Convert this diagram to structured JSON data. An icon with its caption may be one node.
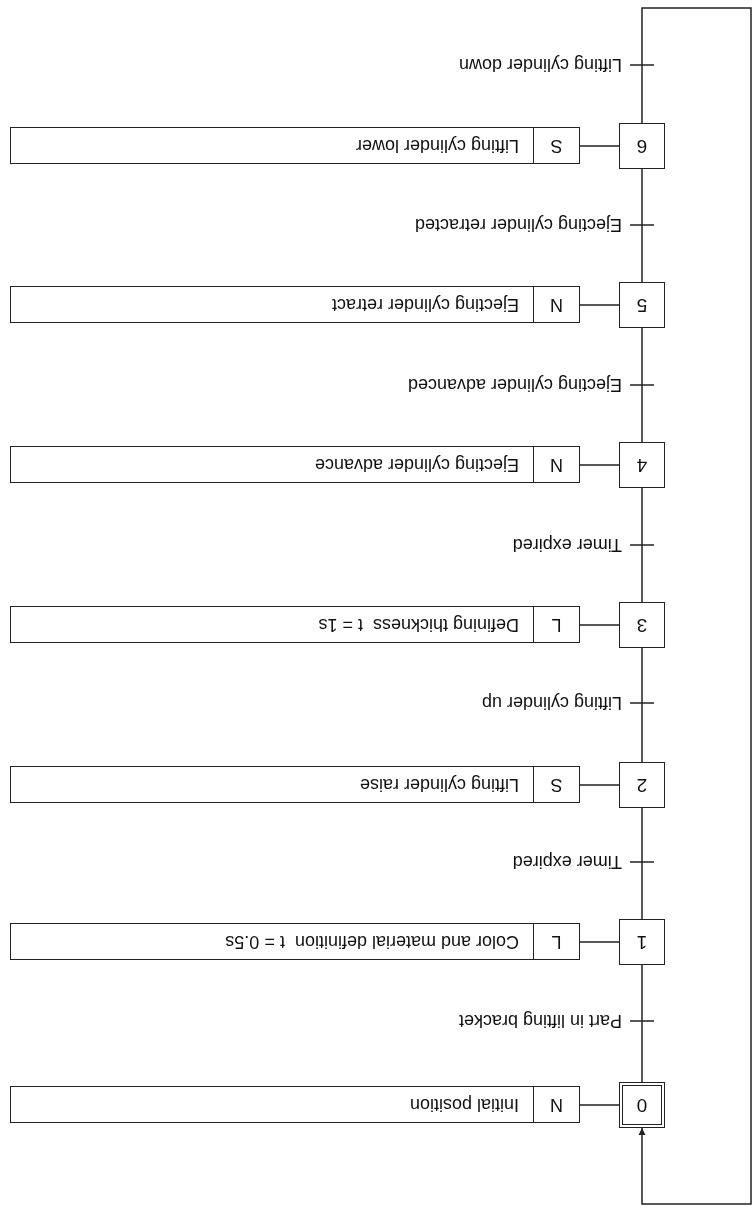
{
  "diagram": {
    "nodes": [
      {
        "text": [
          "0"
        ]
      },
      {
        "text": [
          "N",
          "Initial position"
        ]
      },
      {
        "text": [
          "1"
        ]
      },
      {
        "text": [
          "L",
          "Color and material definition  t = 0.5s"
        ]
      },
      {
        "text": [
          "2"
        ]
      },
      {
        "text": [
          "S",
          "Lifting cylinder raise"
        ]
      },
      {
        "text": [
          "3"
        ]
      },
      {
        "text": [
          "L",
          "Defining thickness  t = 1s"
        ]
      },
      {
        "text": [
          "4"
        ]
      },
      {
        "text": [
          "N",
          "Ejecting cylinder advance"
        ]
      },
      {
        "text": [
          "5"
        ]
      },
      {
        "text": [
          "N",
          "Ejecting cylinder retract"
        ]
      },
      {
        "text": [
          "6"
        ]
      },
      {
        "text": [
          "S",
          "Lifting cylinder lower"
        ]
      }
    ],
    "edges": [
      {
        "from": 0,
        "to": 1,
        "arrow": "none"
      },
      {
        "from": 0,
        "to": 2,
        "arrow": "none",
        "label": "Part in lifting bracket"
      },
      {
        "from": 2,
        "to": 3,
        "arrow": "none"
      },
      {
        "from": 2,
        "to": 4,
        "arrow": "none",
        "label": "Timer expired"
      },
      {
        "from": 4,
        "to": 5,
        "arrow": "none"
      },
      {
        "from": 4,
        "to": 6,
        "arrow": "none",
        "label": "Lifting cylinder up"
      },
      {
        "from": 6,
        "to": 7,
        "arrow": "none"
      },
      {
        "from": 6,
        "to": 8,
        "arrow": "none",
        "label": "Timer expired"
      },
      {
        "from": 8,
        "to": 9,
        "arrow": "none"
      },
      {
        "from": 8,
        "to": 10,
        "arrow": "none",
        "label": "Ejecting cylinder advanced"
      },
      {
        "from": 10,
        "to": 11,
        "arrow": "none"
      },
      {
        "from": 10,
        "to": 12,
        "arrow": "none",
        "label": "Ejecting cylinder retracted"
      },
      {
        "from": 12,
        "to": 13,
        "arrow": "none"
      },
      {
        "from": 12,
        "to": 0,
        "arrow": "to",
        "label": "Lifting cylinder down"
      }
    ]
  }
}
